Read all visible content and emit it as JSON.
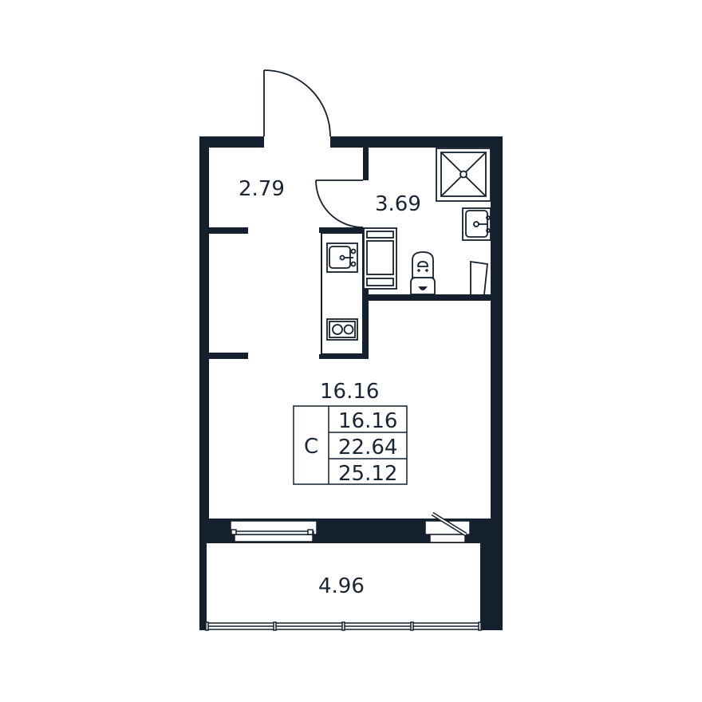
{
  "colors": {
    "wall": "#14202e",
    "background": "#ffffff",
    "line": "#14202e"
  },
  "rooms": {
    "hallway": {
      "area": "2.79"
    },
    "bathroom": {
      "area": "3.69"
    },
    "living_room": {
      "area": "16.16"
    },
    "balcony": {
      "area": "4.96"
    }
  },
  "summary": {
    "type_letter": "С",
    "living_area": "16.16",
    "total_area": "22.64",
    "total_with_balcony": "25.12"
  }
}
